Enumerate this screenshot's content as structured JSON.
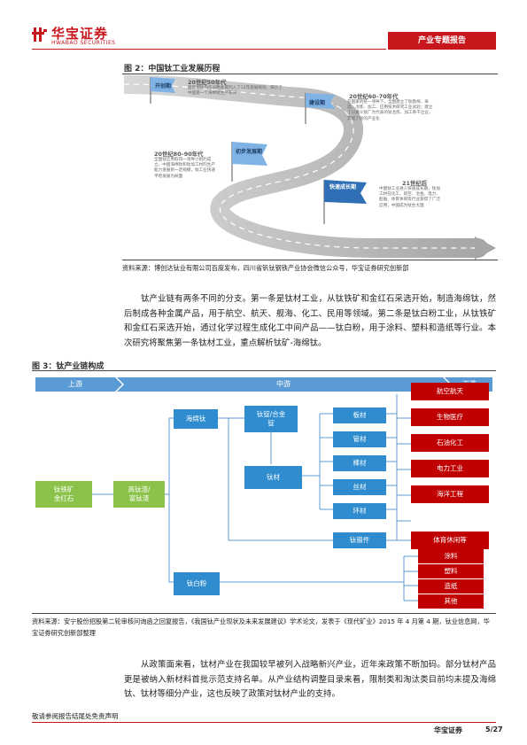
{
  "header": {
    "brand_cn": "华宝证券",
    "brand_en": "HWABAO SECURITIES",
    "report_type": "产业专题报告",
    "brand_color": "#c8161d"
  },
  "figure2": {
    "title": "图 2：中国钛工业发展历程",
    "eras": [
      {
        "flag": "开创期",
        "period": "20世纪50年代",
        "desc": "国家把钛作作战略金属列入了12年发展规划，揭示了中国第一个海绵钛生产车间"
      },
      {
        "flag": "建设期",
        "period": "20世纪60–70年代",
        "desc": "在国家的统一领导下，全国建立了钛勘探、采选、冶炼、加工、应用技术研究工业试验；建立了以遵义钛厂为代表的钛冶炼、加工骨干企业，实现了钛的产业化"
      },
      {
        "flag": "初步发展期",
        "period": "20世纪80–90年代",
        "desc": "全国钛应用取得一领导小组的成立，中国海绵钛和钛加工材的生产能力发展到一定规模，钛工业快速平稳发展为局面"
      },
      {
        "flag": "快速成长期",
        "period": "21世纪后",
        "desc": "中国钛工业进入快速成长期，钛加工材在化工、航空、冶金、电力、船舶、体育休闲等行业获得了广泛应用，中国成为钛生大国"
      }
    ],
    "source": "资料来源：博创达钛业有限公司百度发布，四川省钒钛钢铁产业协会微信公众号，华宝证券研究创新部"
  },
  "paragraph1": "钛产业链有两条不同的分支。第一条是钛材工业，从钛铁矿和金红石采选开始，制造海绵钛，然后制成各种金属产品，用于航空、航天、舰海、化工、民用等领域。第二条是钛白粉工业，从钛铁矿和金红石采选开始，通过化学过程生成化工中间产品——钛白粉，用于涂料、塑料和造纸等行业。本次研究将聚焦第一条钛材工业，重点解析钛矿-海绵钛。",
  "figure3": {
    "title": "图 3：钛产业链构成",
    "stages": {
      "upstream": "上游",
      "midstream": "中游",
      "downstream": "下游"
    },
    "nodes": {
      "ore": "钛铁矿\n金红石",
      "slag": "高钛渣/\n富钛渣",
      "sponge": "海绵钛",
      "ingot": "钛锭/合金\n锭",
      "titanium_material": "钛材",
      "titanium_white": "钛白粉",
      "forging": "钛锻件"
    },
    "materials": [
      "板材",
      "管材",
      "棒材",
      "丝材",
      "环材"
    ],
    "applications_metal": [
      "航空航天",
      "生物医疗",
      "石油化工",
      "电力工业",
      "海洋工程",
      "体育休闲等"
    ],
    "applications_white": [
      "涂料",
      "塑料",
      "造纸",
      "其他"
    ],
    "source": "资料来源：安宁股份招股第二轮审核问询函之回复报告，《我国钛产业现状及未来发展建议》学术论文，发表于《现代矿业》2015 年 4 月第 4 期，钛业信息网，华宝证券研究创新部整理"
  },
  "paragraph2": "从政策面来看，钛材产业在我国较早被列入战略新兴产业，近年来政策不断加码。部分钛材产品更是被纳入新材料首批示范支持名单。从产业结构调整目录来看，限制类和淘汰类目前均未提及海绵钛、钛材等细分产业，这也反映了政策对钛材产业的支持。",
  "footer": {
    "disclaimer": "敬请参阅报告结尾处免责声明",
    "brand": "华宝证券",
    "page": "5/27"
  }
}
